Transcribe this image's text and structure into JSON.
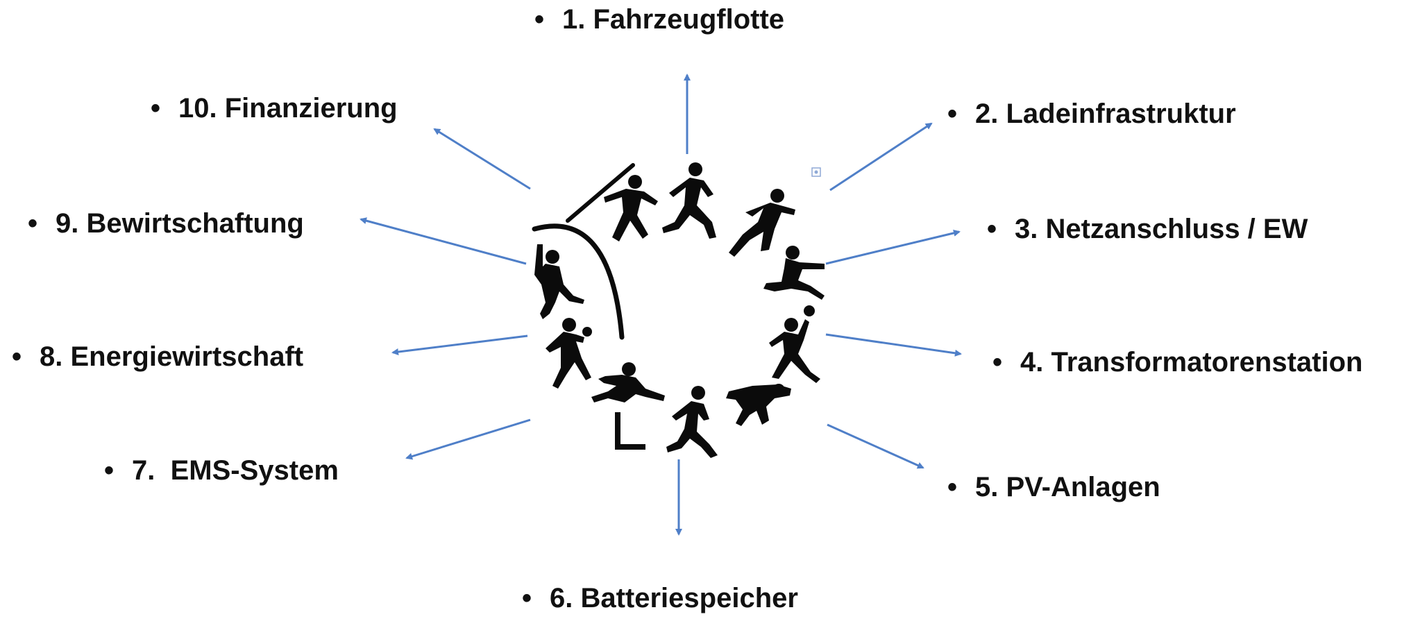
{
  "diagram": {
    "bullet": "•",
    "items": [
      {
        "label": "1. Fahrzeugflotte"
      },
      {
        "label": "2. Ladeinfrastruktur"
      },
      {
        "label": "3. Netzanschluss / EW"
      },
      {
        "label": "4. Transformatorenstation"
      },
      {
        "label": "5. PV-Anlagen"
      },
      {
        "label": "6. Batteriespeicher"
      },
      {
        "label": "7.  EMS-System"
      },
      {
        "label": "8. Energiewirtschaft"
      },
      {
        "label": "9. Bewirtschaftung"
      },
      {
        "label": "10. Finanzierung"
      }
    ],
    "arrow_color": "#4f7fc8",
    "center_graphic": "circle-of-athletes"
  }
}
